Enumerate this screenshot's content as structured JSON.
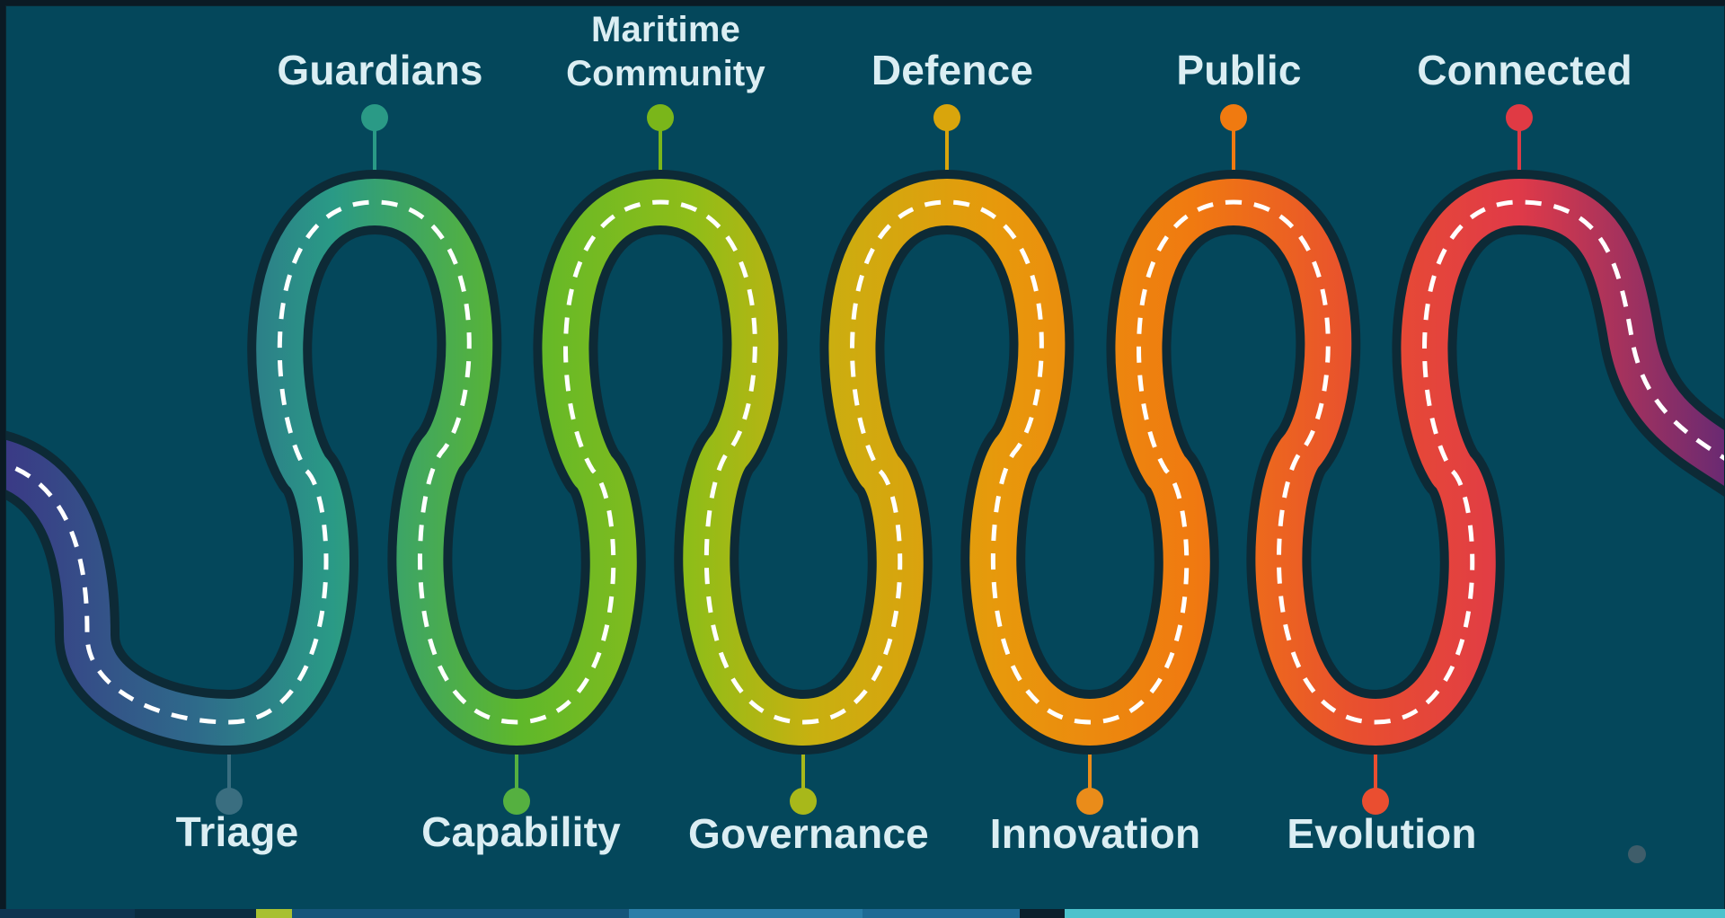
{
  "diagram": {
    "top_labels": [
      "Guardians",
      "Maritime\nCommunity",
      "Defence",
      "Public",
      "Connected"
    ],
    "bottom_labels": [
      "Triage",
      "Capability",
      "Governance",
      "Innovation",
      "Evolution"
    ],
    "colors": {
      "background": "#04475b",
      "road_outline": "#0d2a36",
      "dash": "#ffffff",
      "label_text": "#dbeef3",
      "road_start": "#3a3a86",
      "teal": "#2a9a86",
      "green": "#5fb82a",
      "yellow_green": "#a8b81a",
      "gold": "#e8a80c",
      "orange": "#f07a10",
      "red": "#e03a40",
      "road_end": "#7a2d70"
    },
    "pin_colors_top": [
      "#2a9a86",
      "#7ab61a",
      "#d9a50c",
      "#f07a10",
      "#e03a44"
    ],
    "pin_colors_bottom": [
      "#3a6e80",
      "#55b040",
      "#a8b81a",
      "#ea8c1a",
      "#ea4e30"
    ]
  }
}
